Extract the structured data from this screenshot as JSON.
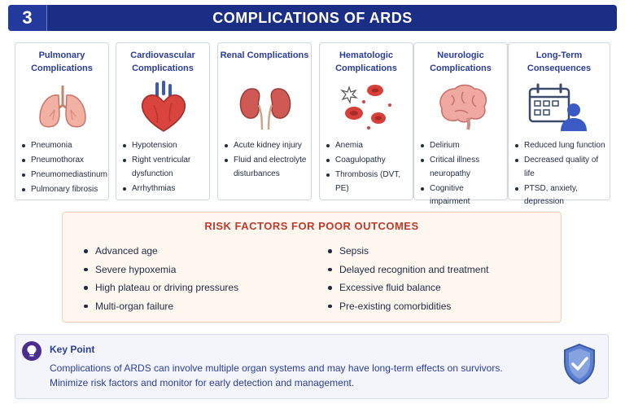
{
  "header": {
    "number": "3",
    "title": "COMPLICATIONS OF ARDS"
  },
  "cards": [
    {
      "title": "Pulmonary Complications",
      "icon": "lungs-icon",
      "items": [
        "Pneumonia",
        "Pneumothorax",
        "Pneumomediastinum",
        "Pulmonary fibrosis"
      ]
    },
    {
      "title": "Cardiovascular Complications",
      "icon": "heart-icon",
      "items": [
        "Hypotension",
        "Right ventricular dysfunction",
        "Arrhythmias"
      ]
    },
    {
      "title": "Renal Complications",
      "icon": "kidneys-icon",
      "items": [
        "Acute kidney injury",
        "Fluid and electrolyte disturbances"
      ]
    },
    {
      "title": "Hematologic Complications",
      "icon": "blood-cells-icon",
      "items": [
        "Anemia",
        "Coagulopathy",
        "Thrombosis (DVT, PE)"
      ]
    },
    {
      "title": "Neurologic Complications",
      "icon": "brain-icon",
      "items": [
        "Delirium",
        "Critical illness neuropathy",
        "Cognitive impairment"
      ]
    },
    {
      "title": "Long-Term Consequences",
      "icon": "calendar-person-icon",
      "items": [
        "Reduced lung function",
        "Decreased quality of life",
        "PTSD, anxiety, depression"
      ]
    }
  ],
  "risk": {
    "title": "RISK FACTORS FOR POOR OUTCOMES",
    "left": [
      "Advanced age",
      "Severe hypoxemia",
      "High plateau or driving pressures",
      "Multi-organ failure"
    ],
    "right": [
      "Sepsis",
      "Delayed recognition and treatment",
      "Excessive fluid balance",
      "Pre-existing comorbidities"
    ]
  },
  "key": {
    "icon": "lightbulb-icon",
    "badge_icon": "shield-check-icon",
    "title": "Key Point",
    "text": "Complications of ARDS can involve multiple organ systems and may have long-term effects on survivors. Minimize risk factors and monitor for early detection and management."
  },
  "colors": {
    "header_bg": "#1b2e86",
    "card_title": "#2a3c9e",
    "risk_title": "#c0392b",
    "risk_bg": "#fdf7f0",
    "key_bg": "#f4f5fb"
  }
}
